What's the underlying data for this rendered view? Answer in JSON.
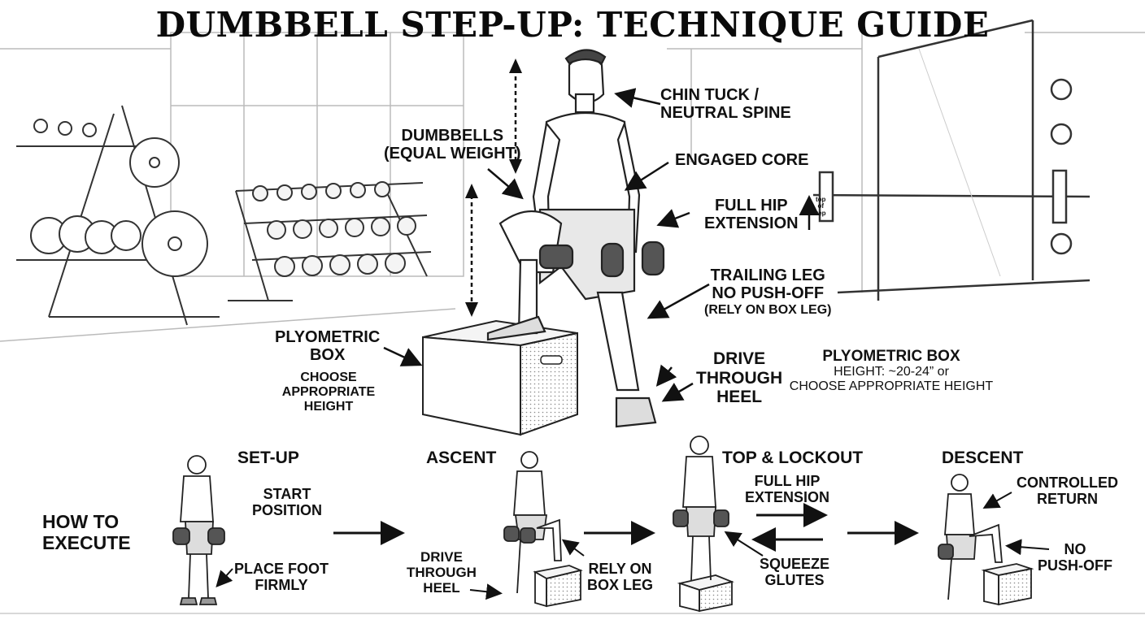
{
  "title": "DUMBBELL STEP-UP: TECHNIQUE GUIDE",
  "callouts": {
    "chin": [
      "CHIN TUCK /",
      "NEUTRAL SPINE"
    ],
    "dumbbells": [
      "DUMBBELLS",
      "(EQUAL WEIGHT)"
    ],
    "core": "ENGAGED CORE",
    "hip": [
      "FULL HIP",
      "EXTENSION"
    ],
    "hip_note": [
      "top",
      "of",
      "rep"
    ],
    "trailing": [
      "TRAILING LEG",
      "NO PUSH-OFF",
      "(RELY ON BOX LEG)"
    ],
    "plyo_box": [
      "PLYOMETRIC",
      "BOX"
    ],
    "plyo_choose": [
      "CHOOSE",
      "APPROPRIATE",
      "HEIGHT"
    ],
    "drive": [
      "DRIVE",
      "THROUGH",
      "HEEL"
    ],
    "box_height": [
      "PLYOMETRIC BOX",
      "HEIGHT: ~20-24” or",
      "CHOOSE APPROPRIATE HEIGHT"
    ]
  },
  "how_to": [
    "HOW TO",
    "EXECUTE"
  ],
  "steps": {
    "setup": {
      "title": "SET-UP",
      "start": [
        "START",
        "POSITION"
      ],
      "place": [
        "PLACE FOOT",
        "FIRMLY"
      ]
    },
    "ascent": {
      "title": "ASCENT",
      "drive": [
        "DRIVE",
        "THROUGH",
        "HEEL"
      ],
      "rely": [
        "RELY ON",
        "BOX LEG"
      ]
    },
    "top": {
      "title": "TOP & LOCKOUT",
      "hip": [
        "FULL HIP",
        "EXTENSION"
      ],
      "squeeze": [
        "SQUEEZE",
        "GLUTES"
      ]
    },
    "descent": {
      "title": "DESCENT",
      "controlled": [
        "CONTROLLED",
        "RETURN"
      ],
      "no_push": [
        "NO",
        "PUSH-OFF"
      ]
    }
  }
}
